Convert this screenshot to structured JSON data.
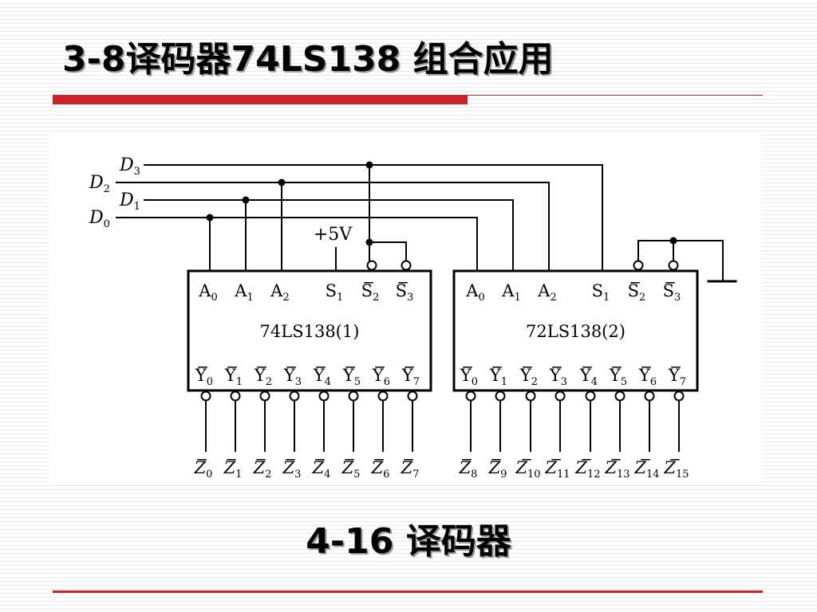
{
  "slide": {
    "title": "3-8译码器74LS138 组合应用",
    "caption": "4-16 译码器",
    "accent_color": "#cc2229"
  },
  "circuit": {
    "inputs": [
      {
        "letter": "D",
        "sub": "3"
      },
      {
        "letter": "D",
        "sub": "2"
      },
      {
        "letter": "D",
        "sub": "1"
      },
      {
        "letter": "D",
        "sub": "0"
      }
    ],
    "supply_label": "+5V",
    "chips": [
      {
        "name": "74LS138(1)",
        "pins_top": [
          {
            "letter": "A",
            "sub": "0",
            "bar": false
          },
          {
            "letter": "A",
            "sub": "1",
            "bar": false
          },
          {
            "letter": "A",
            "sub": "2",
            "bar": false
          },
          {
            "letter": "S",
            "sub": "1",
            "bar": false
          },
          {
            "letter": "S",
            "sub": "2",
            "bar": true
          },
          {
            "letter": "S",
            "sub": "3",
            "bar": true
          }
        ],
        "pins_bottom": [
          {
            "letter": "Y",
            "sub": "0"
          },
          {
            "letter": "Y",
            "sub": "1"
          },
          {
            "letter": "Y",
            "sub": "2"
          },
          {
            "letter": "Y",
            "sub": "3"
          },
          {
            "letter": "Y",
            "sub": "4"
          },
          {
            "letter": "Y",
            "sub": "5"
          },
          {
            "letter": "Y",
            "sub": "6"
          },
          {
            "letter": "Y",
            "sub": "7"
          }
        ],
        "outputs": [
          {
            "letter": "Z",
            "sub": "0"
          },
          {
            "letter": "Z",
            "sub": "1"
          },
          {
            "letter": "Z",
            "sub": "2"
          },
          {
            "letter": "Z",
            "sub": "3"
          },
          {
            "letter": "Z",
            "sub": "4"
          },
          {
            "letter": "Z",
            "sub": "5"
          },
          {
            "letter": "Z",
            "sub": "6"
          },
          {
            "letter": "Z",
            "sub": "7"
          }
        ]
      },
      {
        "name": "72LS138(2)",
        "pins_top": [
          {
            "letter": "A",
            "sub": "0",
            "bar": false
          },
          {
            "letter": "A",
            "sub": "1",
            "bar": false
          },
          {
            "letter": "A",
            "sub": "2",
            "bar": false
          },
          {
            "letter": "S",
            "sub": "1",
            "bar": false
          },
          {
            "letter": "S",
            "sub": "2",
            "bar": true
          },
          {
            "letter": "S",
            "sub": "3",
            "bar": true
          }
        ],
        "pins_bottom": [
          {
            "letter": "Y",
            "sub": "0"
          },
          {
            "letter": "Y",
            "sub": "1"
          },
          {
            "letter": "Y",
            "sub": "2"
          },
          {
            "letter": "Y",
            "sub": "3"
          },
          {
            "letter": "Y",
            "sub": "4"
          },
          {
            "letter": "Y",
            "sub": "5"
          },
          {
            "letter": "Y",
            "sub": "6"
          },
          {
            "letter": "Y",
            "sub": "7"
          }
        ],
        "outputs": [
          {
            "letter": "Z",
            "sub": "8"
          },
          {
            "letter": "Z",
            "sub": "9"
          },
          {
            "letter": "Z",
            "sub": "10"
          },
          {
            "letter": "Z",
            "sub": "11"
          },
          {
            "letter": "Z",
            "sub": "12"
          },
          {
            "letter": "Z",
            "sub": "13"
          },
          {
            "letter": "Z",
            "sub": "14"
          },
          {
            "letter": "Z",
            "sub": "15"
          }
        ]
      }
    ]
  }
}
